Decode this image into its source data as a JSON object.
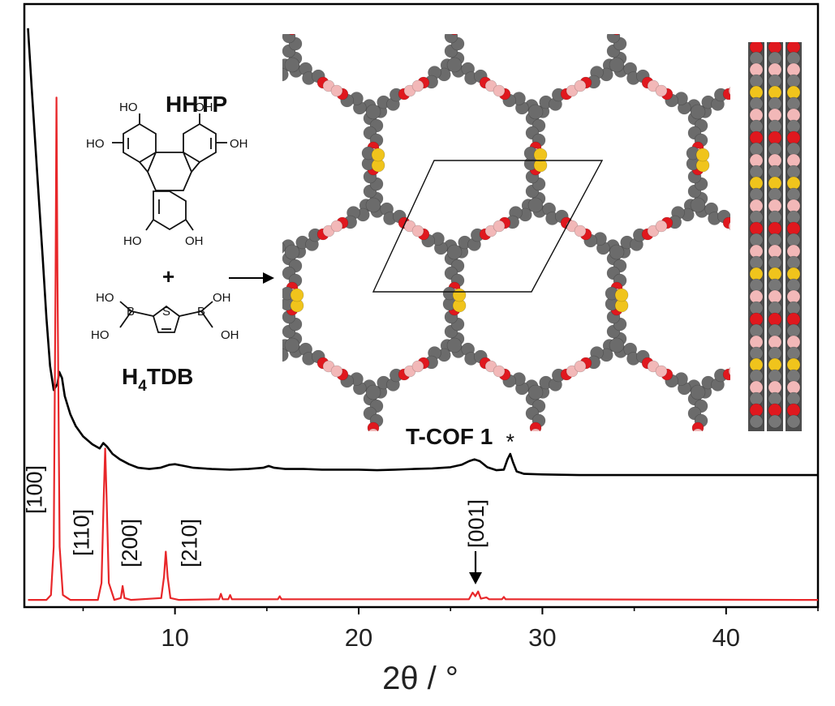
{
  "chart_data": {
    "type": "line",
    "title": "",
    "xlabel": "2θ / °",
    "ylabel": "",
    "xlim": [
      1.8,
      45
    ],
    "xticks": [
      10,
      20,
      30,
      40
    ],
    "xtick_labels": [
      "10",
      "20",
      "30",
      "40"
    ],
    "grid": false,
    "series": [
      {
        "role": "experimental",
        "color": "#000000",
        "points": [
          [
            2.0,
            0.96
          ],
          [
            2.2,
            0.86
          ],
          [
            2.5,
            0.72
          ],
          [
            2.8,
            0.58
          ],
          [
            3.0,
            0.48
          ],
          [
            3.2,
            0.4
          ],
          [
            3.4,
            0.36
          ],
          [
            3.6,
            0.37
          ],
          [
            3.7,
            0.39
          ],
          [
            3.85,
            0.38
          ],
          [
            4.0,
            0.35
          ],
          [
            4.3,
            0.32
          ],
          [
            4.6,
            0.3
          ],
          [
            5.0,
            0.283
          ],
          [
            5.5,
            0.27
          ],
          [
            5.9,
            0.263
          ],
          [
            6.1,
            0.272
          ],
          [
            6.3,
            0.266
          ],
          [
            6.6,
            0.254
          ],
          [
            7.0,
            0.245
          ],
          [
            7.5,
            0.237
          ],
          [
            8.0,
            0.231
          ],
          [
            8.6,
            0.229
          ],
          [
            9.2,
            0.231
          ],
          [
            9.7,
            0.236
          ],
          [
            10.0,
            0.237
          ],
          [
            10.5,
            0.234
          ],
          [
            11.0,
            0.231
          ],
          [
            12.0,
            0.229
          ],
          [
            13.0,
            0.228
          ],
          [
            14.0,
            0.229
          ],
          [
            14.8,
            0.231
          ],
          [
            15.1,
            0.234
          ],
          [
            15.4,
            0.231
          ],
          [
            16.0,
            0.229
          ],
          [
            17.0,
            0.229
          ],
          [
            18.0,
            0.228
          ],
          [
            19.0,
            0.228
          ],
          [
            20.0,
            0.228
          ],
          [
            21.0,
            0.227
          ],
          [
            22.0,
            0.228
          ],
          [
            23.0,
            0.229
          ],
          [
            24.0,
            0.23
          ],
          [
            25.0,
            0.232
          ],
          [
            25.6,
            0.236
          ],
          [
            26.0,
            0.242
          ],
          [
            26.3,
            0.245
          ],
          [
            26.6,
            0.242
          ],
          [
            27.0,
            0.232
          ],
          [
            27.5,
            0.227
          ],
          [
            27.9,
            0.228
          ],
          [
            28.1,
            0.245
          ],
          [
            28.25,
            0.254
          ],
          [
            28.4,
            0.24
          ],
          [
            28.6,
            0.225
          ],
          [
            29.0,
            0.221
          ],
          [
            30.0,
            0.22
          ],
          [
            32.0,
            0.219
          ],
          [
            34.0,
            0.219
          ],
          [
            36.0,
            0.219
          ],
          [
            38.0,
            0.219
          ],
          [
            40.0,
            0.219
          ],
          [
            42.0,
            0.219
          ],
          [
            45.0,
            0.219
          ]
        ]
      },
      {
        "role": "simulated",
        "color": "#e8272a",
        "points": [
          [
            2.0,
            0.012
          ],
          [
            3.0,
            0.012
          ],
          [
            3.25,
            0.02
          ],
          [
            3.4,
            0.1
          ],
          [
            3.5,
            0.55
          ],
          [
            3.55,
            0.845
          ],
          [
            3.6,
            0.55
          ],
          [
            3.72,
            0.1
          ],
          [
            3.9,
            0.02
          ],
          [
            4.3,
            0.012
          ],
          [
            5.8,
            0.012
          ],
          [
            6.0,
            0.04
          ],
          [
            6.12,
            0.18
          ],
          [
            6.2,
            0.263
          ],
          [
            6.28,
            0.18
          ],
          [
            6.4,
            0.04
          ],
          [
            6.7,
            0.012
          ],
          [
            7.05,
            0.015
          ],
          [
            7.15,
            0.035
          ],
          [
            7.25,
            0.015
          ],
          [
            7.6,
            0.012
          ],
          [
            9.25,
            0.015
          ],
          [
            9.4,
            0.05
          ],
          [
            9.5,
            0.092
          ],
          [
            9.6,
            0.05
          ],
          [
            9.75,
            0.015
          ],
          [
            10.2,
            0.012
          ],
          [
            12.4,
            0.013
          ],
          [
            12.5,
            0.022
          ],
          [
            12.6,
            0.013
          ],
          [
            12.9,
            0.013
          ],
          [
            13.0,
            0.02
          ],
          [
            13.1,
            0.013
          ],
          [
            15.6,
            0.013
          ],
          [
            15.7,
            0.018
          ],
          [
            15.8,
            0.013
          ],
          [
            26.0,
            0.013
          ],
          [
            26.2,
            0.024
          ],
          [
            26.35,
            0.018
          ],
          [
            26.5,
            0.026
          ],
          [
            26.65,
            0.014
          ],
          [
            26.95,
            0.016
          ],
          [
            27.1,
            0.013
          ],
          [
            27.8,
            0.013
          ],
          [
            27.9,
            0.017
          ],
          [
            28.0,
            0.013
          ],
          [
            44.0,
            0.012
          ],
          [
            45.0,
            0.012
          ]
        ]
      }
    ],
    "annotations": [
      {
        "text": "*",
        "x": 28.25
      },
      {
        "text": "[100]",
        "x": 3.55
      },
      {
        "text": "[110]",
        "x": 6.2
      },
      {
        "text": "[200]",
        "x": 7.15
      },
      {
        "text": "[210]",
        "x": 9.5
      },
      {
        "text": "[001]",
        "x": 26.35
      }
    ]
  },
  "insets": {
    "hhtp_label": "HHTP",
    "h4tdb_label_main": "H",
    "h4tdb_label_sub": "4",
    "h4tdb_label_rest": "TDB",
    "plus": "+",
    "oh": "OH",
    "ho": "HO",
    "s_atom": "S",
    "b_atom": "B",
    "product_label": "T-COF 1"
  }
}
